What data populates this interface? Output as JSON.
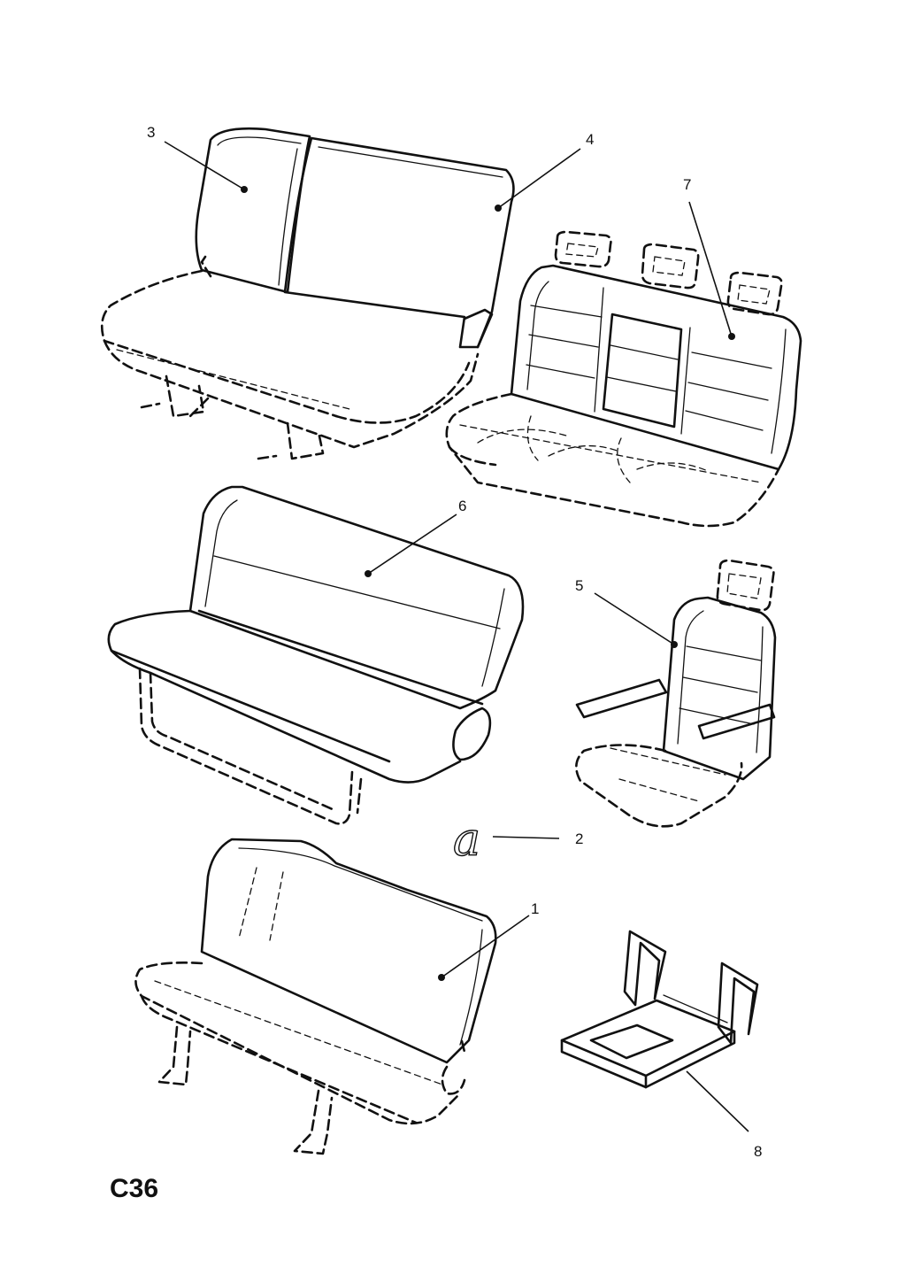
{
  "diagram": {
    "code": "C36",
    "callouts": [
      {
        "number": "1",
        "part": "bench-seat-rear"
      },
      {
        "number": "2",
        "part": "symbol-a"
      },
      {
        "number": "3",
        "part": "backrest-left-section"
      },
      {
        "number": "4",
        "part": "backrest-right-section"
      },
      {
        "number": "5",
        "part": "single-seat-with-armrests"
      },
      {
        "number": "6",
        "part": "bench-backrest"
      },
      {
        "number": "7",
        "part": "triple-seat-with-headrests"
      },
      {
        "number": "8",
        "part": "seat-frame"
      }
    ],
    "symbol": "a"
  }
}
